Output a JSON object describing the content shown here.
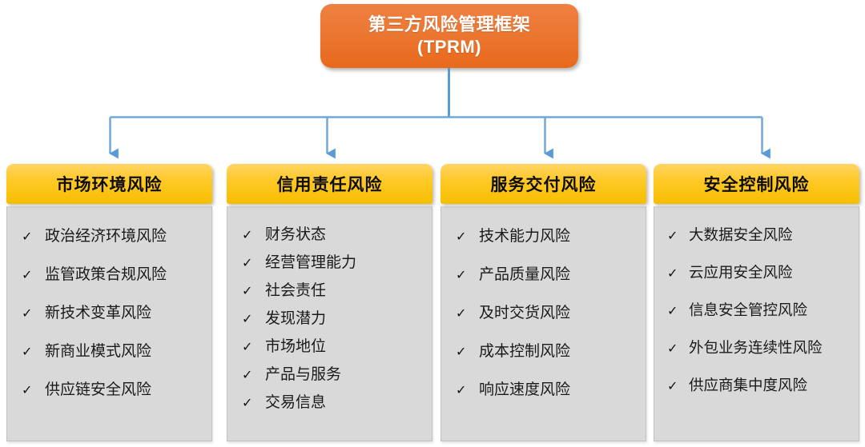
{
  "diagram": {
    "root": {
      "title": "第三方风险管理框架\n(TPRM)",
      "title_line1": "第三方风险管理框架",
      "title_line2": "(TPRM)",
      "fill_top": "#EF8041",
      "fill_bottom": "#E8691C",
      "text_color": "#FFFFFF"
    },
    "connector": {
      "color": "#5B9BD5",
      "style": "orthogonal-bus-with-arrowheads"
    },
    "header_style": {
      "fill_top": "#FFD464",
      "fill_bottom": "#F6BE00",
      "text_color": "#0D0D0D"
    },
    "body_style": {
      "fill": "#D9D9D9",
      "border": "#C2C2C2",
      "text_color": "#1A1A1A"
    },
    "bullet_icon": "check-icon",
    "bullet_glyph": "✓",
    "categories": [
      {
        "header": "市场环境风险",
        "items": [
          "政治经济环境风险",
          "监管政策合规风险",
          "新技术变革风险",
          "新商业模式风险",
          "供应链安全风险"
        ]
      },
      {
        "header": "信用责任风险",
        "items": [
          "财务状态",
          "经营管理能力",
          "社会责任",
          "发现潜力",
          "市场地位",
          "产品与服务",
          "交易信息"
        ]
      },
      {
        "header": "服务交付风险",
        "items": [
          "技术能力风险",
          "产品质量风险",
          "及时交货风险",
          "成本控制风险",
          "响应速度风险"
        ]
      },
      {
        "header": "安全控制风险",
        "items": [
          "大数据安全风险",
          "云应用安全风险",
          "信息安全管控风险",
          "外包业务连续性风险",
          "供应商集中度风险"
        ]
      }
    ]
  }
}
